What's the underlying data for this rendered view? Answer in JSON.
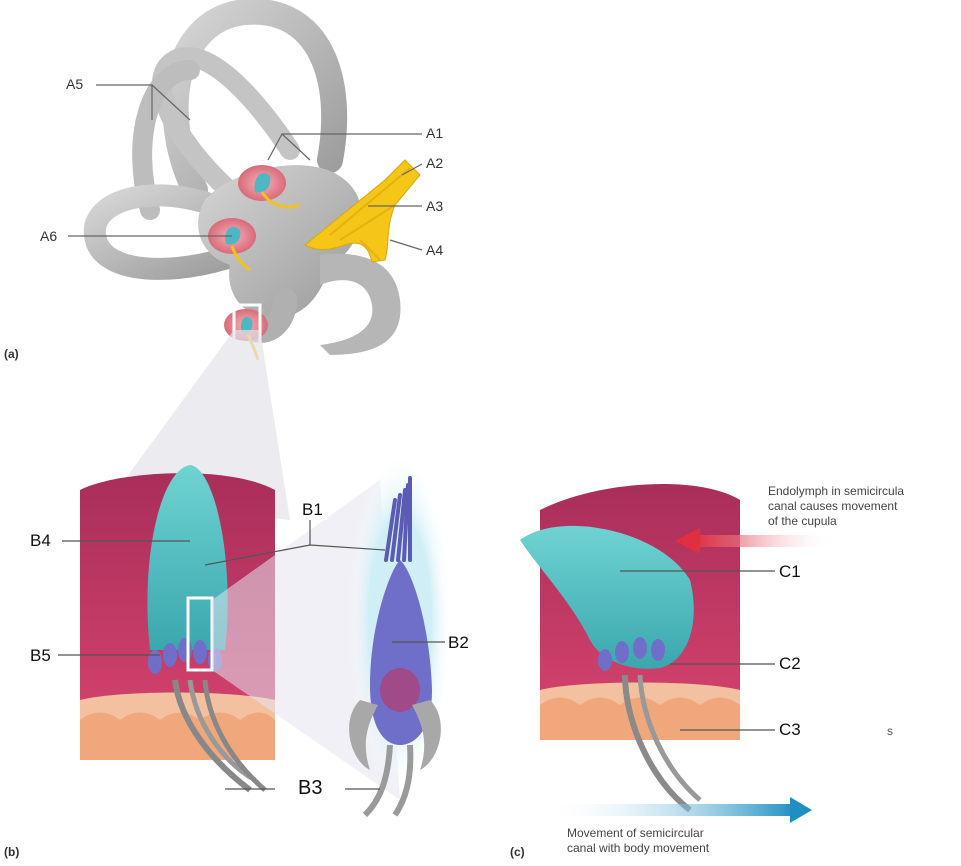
{
  "panels": {
    "a": "(a)",
    "b": "(b)",
    "c": "(c)"
  },
  "labels_a": {
    "a1": "A1",
    "a2": "A2",
    "a3": "A3",
    "a4": "A4",
    "a5": "A5",
    "a6": "A6"
  },
  "labels_b": {
    "b1": "B1",
    "b2": "B2",
    "b3": "B3",
    "b4": "B4",
    "b5": "B5"
  },
  "labels_c": {
    "c1": "C1",
    "c2": "C2",
    "c3": "C3",
    "stray": "s"
  },
  "captions": {
    "endolymph": "Endolymph in semicircula\ncanal causes movement\nof the cupula",
    "movement": "Movement of semicircular\ncanal with body movement"
  },
  "colors": {
    "bone": "#b9b9b9",
    "membrane": "#d8566f",
    "cupula": "#5cc7c8",
    "nerve": "#f2c21b",
    "hair_cell": "#6f6fc9",
    "tissue": "#f0b48c",
    "arrow_red": "#e85050",
    "arrow_blue": "#1f8fc0"
  }
}
